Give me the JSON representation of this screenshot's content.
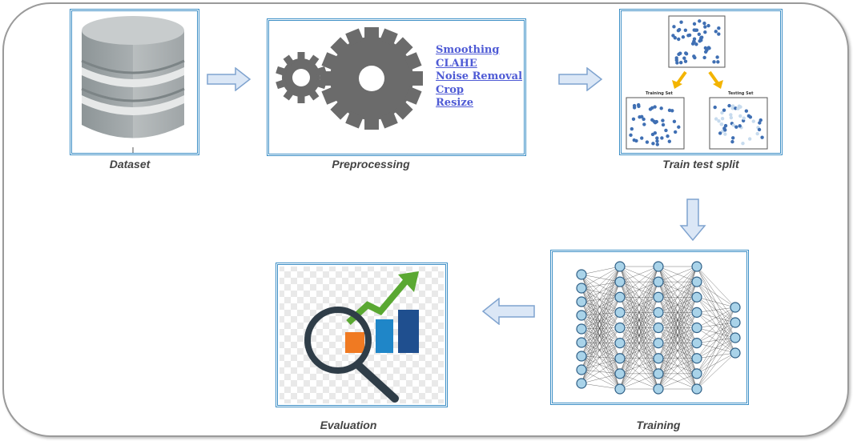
{
  "captions": {
    "dataset": "Dataset",
    "preprocessing": "Preprocessing",
    "split": "Train test split",
    "training": "Training",
    "evaluation": "Evaluation"
  },
  "preprocessing_steps": [
    "Smoothing",
    "CLAHE",
    "Noise Removal",
    "Crop",
    "Resize"
  ],
  "split_labels": {
    "train": "Training Set",
    "test": "Testing Set"
  },
  "network_layers": [
    9,
    9,
    9,
    9,
    4
  ],
  "colors": {
    "box_border": "#3d8fc6",
    "arrow_fill": "#dbe7f6",
    "arrow_stroke": "#7fa3cf",
    "gear": "#6b6b6b",
    "link": "#4f5bd5",
    "node_fill": "#a9d3e9",
    "node_stroke": "#2f5f86",
    "split_arrow": "#f3b400"
  },
  "icons": [
    "database-icon",
    "gears-icon",
    "scatter-icon",
    "neural-network-icon",
    "analytics-icon"
  ]
}
